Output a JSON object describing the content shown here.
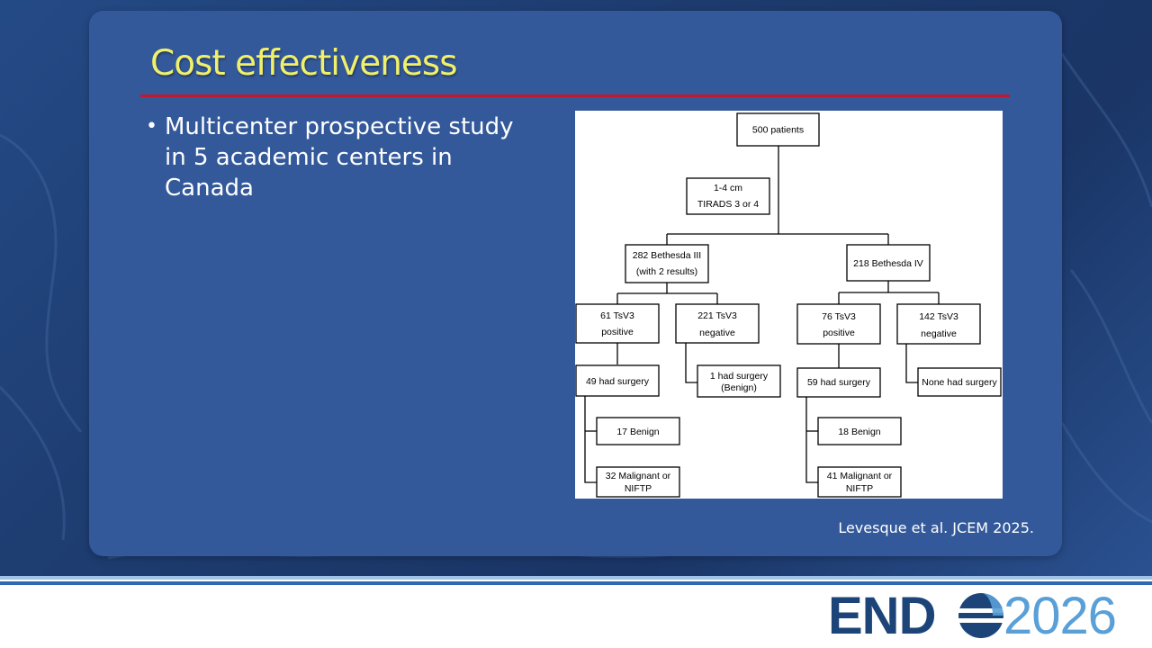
{
  "slide": {
    "title": "Cost effectiveness",
    "bullets": [
      "Multicenter prospective study in 5 academic centers in Canada"
    ],
    "citation": "Levesque et al. JCEM 2025."
  },
  "flowchart": {
    "nodes": {
      "patients": [
        "500 patients"
      ],
      "size_tirads": [
        "1-4 cm",
        "TIRADS 3 or 4"
      ],
      "bethesda3": [
        "282 Bethesda III",
        "(with 2 results)"
      ],
      "bethesda4": [
        "218 Bethesda IV"
      ],
      "b3_pos": [
        "61 TsV3",
        "positive"
      ],
      "b3_neg": [
        "221 TsV3",
        "negative"
      ],
      "b4_pos": [
        "76 TsV3",
        "positive"
      ],
      "b4_neg": [
        "142 TsV3",
        "negative"
      ],
      "b3_pos_surg": [
        "49 had surgery"
      ],
      "b3_neg_surg": [
        "1 had surgery",
        "(Benign)"
      ],
      "b4_pos_surg": [
        "59 had surgery"
      ],
      "b4_neg_surg": [
        "None had surgery"
      ],
      "b3_benign": [
        "17 Benign"
      ],
      "b3_malig": [
        "32 Malignant or",
        "NIFTP"
      ],
      "b4_benign": [
        "18 Benign"
      ],
      "b4_malig": [
        "41 Malignant or",
        "NIFTP"
      ]
    }
  },
  "logo": {
    "text_left": "END",
    "text_right": "2026",
    "colors": {
      "navy": "#1d4479",
      "light_blue": "#5aa0d8"
    }
  }
}
